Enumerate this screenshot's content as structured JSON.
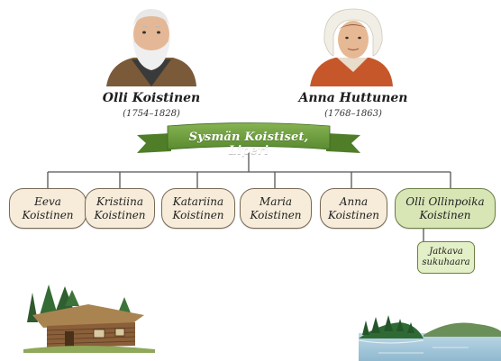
{
  "parents": [
    {
      "name": "Olli Koistinen",
      "years": "(1754–1828)"
    },
    {
      "name": "Anna Huttunen",
      "years": "(1768–1863)"
    }
  ],
  "banner": {
    "label": "Sysmän Koistiset, Liperi",
    "color": "#6a9a3c"
  },
  "children": [
    {
      "name": "Eeva\nKoistinen"
    },
    {
      "name": "Kristiina\nKoistinen"
    },
    {
      "name": "Katariina\nKoistinen"
    },
    {
      "name": "Maria\nKoistinen"
    },
    {
      "name": "Anna\nKoistinen"
    },
    {
      "name": "Olli Ollinpoika\nKoistinen"
    }
  ],
  "continuation": {
    "label": "Jatkava\nsukuhaara"
  },
  "colors": {
    "line": "#555555",
    "child_fill": "#f6ecd9",
    "highlight_fill": "#d8e6b6",
    "banner_green": "#6a9a3c"
  },
  "illustrations": {
    "left": "log-cabin-with-trees",
    "right": "lake-island-landscape"
  }
}
